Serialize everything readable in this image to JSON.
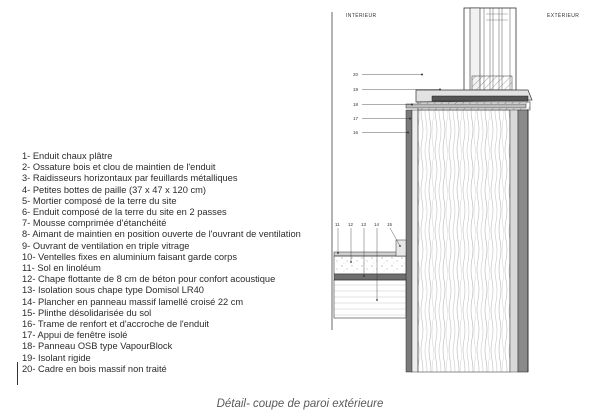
{
  "header": {
    "interior": "INTÉRIEUR",
    "exterior": "EXTÉRIEUR"
  },
  "legend": [
    "1- Enduit chaux plâtre",
    "2- Ossature bois et clou de maintien de l'enduit",
    "3- Raidisseurs horizontaux par feuillards métalliques",
    "4- Petites bottes de paille (37 x 47 x 120 cm)",
    "5- Mortier composé de la terre du site",
    "6- Enduit composé de la terre du site en 2 passes",
    "7- Mousse comprimée d'étanchéité",
    "8- Aimant de maintien en position ouverte de l'ouvrant de ventilation",
    "9- Ouvrant de ventilation en triple vitrage",
    "10- Ventelles fixes en aluminium faisant garde corps",
    "11- Sol en linoléum",
    "12- Chape flottante de 8 cm de béton pour confort acoustique",
    "13- Isolation sous chape type Domisol LR40",
    "14- Plancher en panneau massif lamellé croisé 22 cm",
    "15- Plinthe désolidarisée du sol",
    "16- Trame de renfort et d'accroche de l'enduit",
    "17- Appui de fenêtre isolé",
    "18- Panneau OSB type VapourBlock",
    "19- Isolant rigide",
    "20- Cadre en bois massif non traité"
  ],
  "callouts_right": [
    "20",
    "19",
    "18",
    "17",
    "16"
  ],
  "callouts_floor": [
    "11",
    "12",
    "13",
    "14",
    "15"
  ],
  "caption": "Détail- coupe de paroi extérieure"
}
